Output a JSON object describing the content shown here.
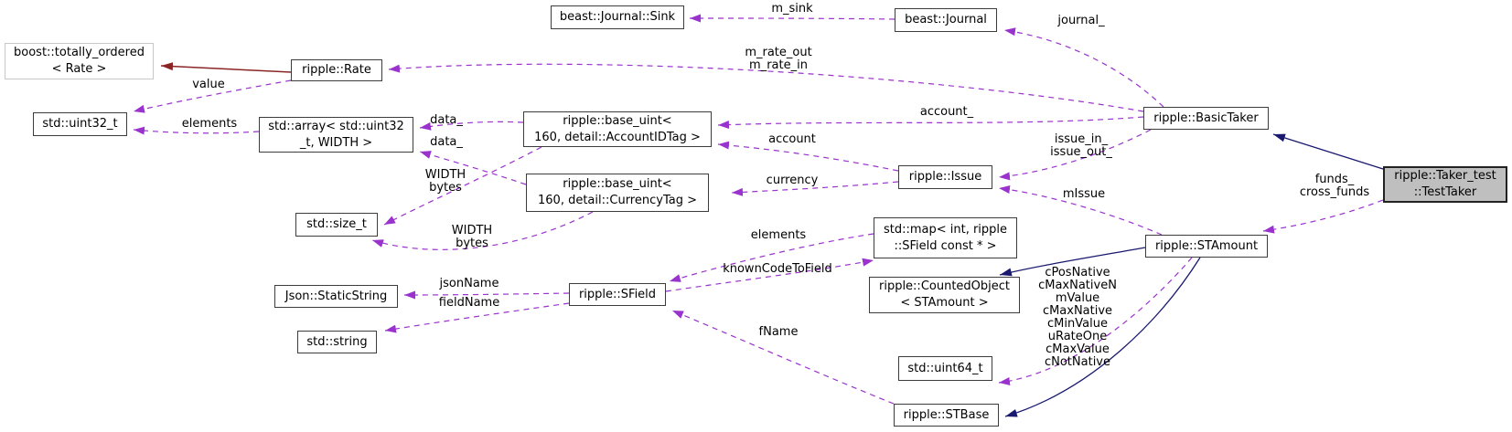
{
  "diagram": {
    "nodes": {
      "totally_ordered": {
        "line1": "boost::totally_ordered",
        "line2": "< Rate >"
      },
      "rate": {
        "line1": "ripple::Rate"
      },
      "uint32_t": {
        "line1": "std::uint32_t"
      },
      "array": {
        "line1": "std::array< std::uint32",
        "line2": "_t, WIDTH >"
      },
      "journal_sink": {
        "line1": "beast::Journal::Sink"
      },
      "journal": {
        "line1": "beast::Journal"
      },
      "base_uint_account": {
        "line1": "ripple::base_uint<",
        "line2": "160, detail::AccountIDTag >"
      },
      "base_uint_currency": {
        "line1": "ripple::base_uint<",
        "line2": "160, detail::CurrencyTag >"
      },
      "size_t": {
        "line1": "std::size_t"
      },
      "issue": {
        "line1": "ripple::Issue"
      },
      "basic_taker": {
        "line1": "ripple::BasicTaker"
      },
      "test_taker": {
        "line1": "ripple::Taker_test",
        "line2": "::TestTaker"
      },
      "map": {
        "line1": "std::map< int, ripple",
        "line2": "::SField const * >"
      },
      "stamount": {
        "line1": "ripple::STAmount"
      },
      "counted_object": {
        "line1": "ripple::CountedObject",
        "line2": "< STAmount >"
      },
      "static_string": {
        "line1": "Json::StaticString"
      },
      "sfield": {
        "line1": "ripple::SField"
      },
      "string": {
        "line1": "std::string"
      },
      "uint64_t": {
        "line1": "std::uint64_t"
      },
      "stbase": {
        "line1": "ripple::STBase"
      }
    },
    "edge_labels": {
      "m_sink": {
        "line1": "m_sink"
      },
      "journal": {
        "line1": "journal_"
      },
      "m_rate": {
        "line1": "m_rate_out",
        "line2": "m_rate_in"
      },
      "value": {
        "line1": "value"
      },
      "elements_uint32": {
        "line1": "elements"
      },
      "data_account": {
        "line1": "data_"
      },
      "data_currency": {
        "line1": "data_"
      },
      "width_bytes_account": {
        "line1": "WIDTH",
        "line2": "bytes"
      },
      "width_bytes_currency": {
        "line1": "WIDTH",
        "line2": "bytes"
      },
      "account_": {
        "line1": "account_"
      },
      "account": {
        "line1": "account"
      },
      "currency": {
        "line1": "currency"
      },
      "issue_in_out": {
        "line1": "issue_in_",
        "line2": "issue_out_"
      },
      "m_issue": {
        "line1": "mIssue"
      },
      "funds": {
        "line1": "funds_",
        "line2": "cross_funds"
      },
      "elements_sfield": {
        "line1": "elements"
      },
      "known_code_to_field": {
        "line1": "knownCodeToField"
      },
      "json_name": {
        "line1": "jsonName"
      },
      "field_name": {
        "line1": "fieldName"
      },
      "f_name": {
        "line1": "fName"
      },
      "constants": {
        "line1": "cPosNative",
        "line2": "cMaxNativeN",
        "line3": "mValue",
        "line4": "cMaxNative",
        "line5": "cMinValue",
        "line6": "uRateOne",
        "line7": "cMaxValue",
        "line8": "cNotNative"
      }
    },
    "colors": {
      "usage_edge": "#9a32cd",
      "public_inheritance_edge": "#191970",
      "private_inheritance_edge": "#8b2525",
      "node_border": "#3c3c3c",
      "external_node_border": "#c8c8c8",
      "highlight_node_fill": "#bfbfbf",
      "node_fill": "#ffffff",
      "background": "#ffffff",
      "text": "#000000"
    }
  }
}
